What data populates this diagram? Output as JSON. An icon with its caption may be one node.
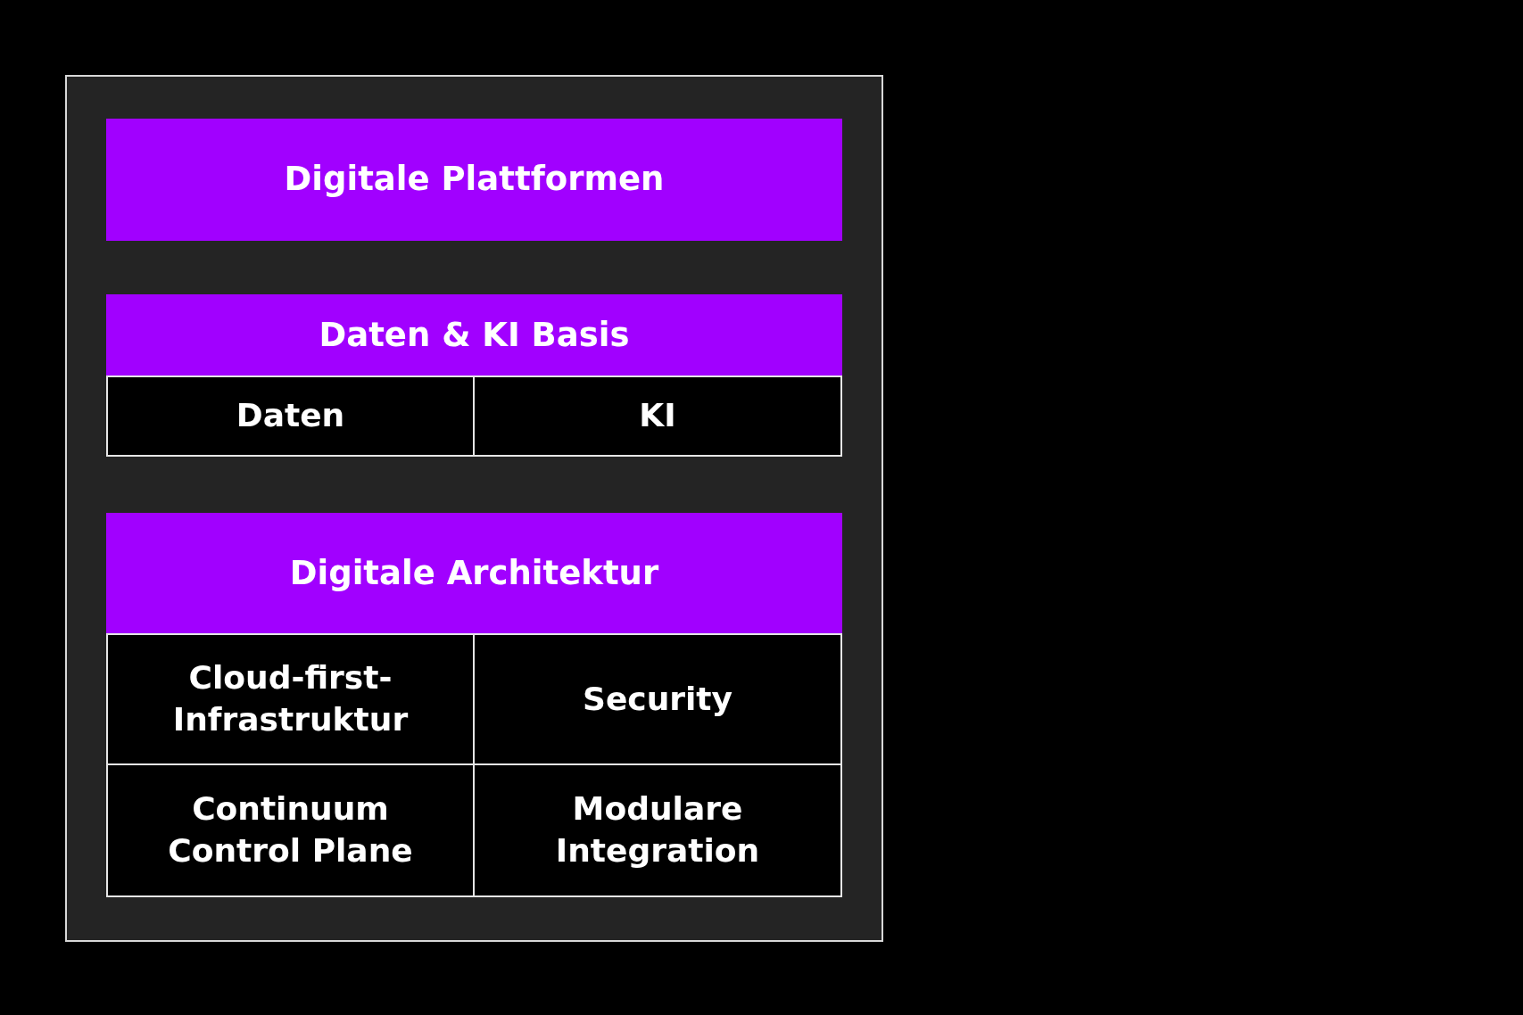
{
  "diagram": {
    "nodes": [
      {
        "text": [],
        "shape": "box"
      },
      {
        "text": [
          "Digitale Plattformen"
        ],
        "in": 0
      },
      {
        "text": [
          "Daten & KI Basis"
        ],
        "in": 0
      },
      {
        "text": [
          "Daten"
        ],
        "in": 0
      },
      {
        "text": [
          "KI"
        ],
        "in": 0
      },
      {
        "text": [
          "Digitale Architektur"
        ],
        "in": 0
      },
      {
        "text": [
          "Cloud-first-Infrastruktur"
        ],
        "in": 0
      },
      {
        "text": [
          "Security"
        ],
        "in": 0
      },
      {
        "text": [
          "Continuum Control Plane"
        ],
        "in": 0
      },
      {
        "text": [
          "Modulare Integration"
        ],
        "in": 0
      }
    ]
  }
}
